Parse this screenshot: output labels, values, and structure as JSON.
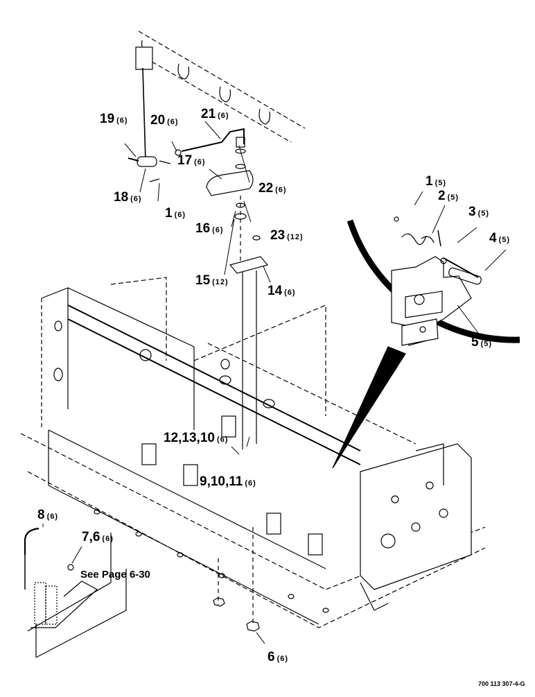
{
  "callouts": [
    {
      "number": "19",
      "qty": "(6)"
    },
    {
      "number": "20",
      "qty": "(6)"
    },
    {
      "number": "21",
      "qty": "(6)"
    },
    {
      "number": "17",
      "qty": "(6)"
    },
    {
      "number": "22",
      "qty": "(6)"
    },
    {
      "number": "18",
      "qty": "(6)"
    },
    {
      "number": "1",
      "qty": "(6)"
    },
    {
      "number": "16",
      "qty": "(6)"
    },
    {
      "number": "23",
      "qty": "(12)"
    },
    {
      "number": "15",
      "qty": "(12)"
    },
    {
      "number": "14",
      "qty": "(6)"
    },
    {
      "number": "12,13,10",
      "qty": "(6)"
    },
    {
      "number": "9,10,11",
      "qty": "(6)"
    },
    {
      "number": "8",
      "qty": "(6)"
    },
    {
      "number": "7,6",
      "qty": "(6)"
    },
    {
      "number": "6",
      "qty": "(6)"
    },
    {
      "number": "1",
      "qty": "(5)"
    },
    {
      "number": "2",
      "qty": "(5)"
    },
    {
      "number": "3",
      "qty": "(5)"
    },
    {
      "number": "4",
      "qty": "(5)"
    },
    {
      "number": "5",
      "qty": "(5)"
    }
  ],
  "note": "See Page 6-30",
  "doc_id": "700 113 307-4-G"
}
